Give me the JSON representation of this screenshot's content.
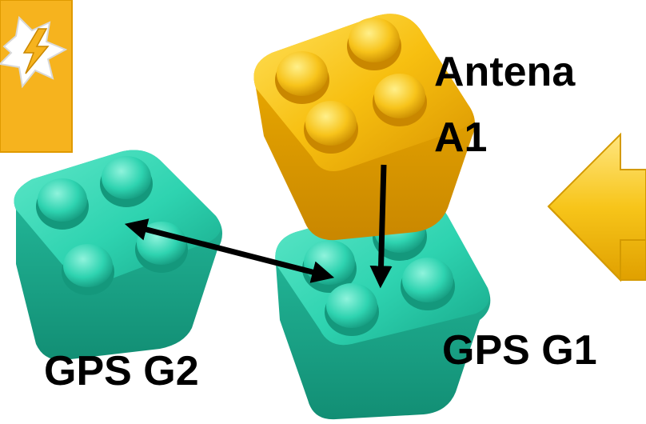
{
  "labels": {
    "antenna_line1": "Antena",
    "antenna_line2": "A1",
    "gps_g1": "GPS G1",
    "gps_g2": "GPS G2"
  },
  "colors": {
    "yellow_block": "#F5B800",
    "teal_block": "#2ED3B0",
    "arrow": "#000000",
    "orange_badge": "#F6B31E",
    "big_arrow": "#F7C51A"
  },
  "icons": {
    "corner_badge": "lightning-icon",
    "side_arrow": "left-arrow-icon"
  }
}
